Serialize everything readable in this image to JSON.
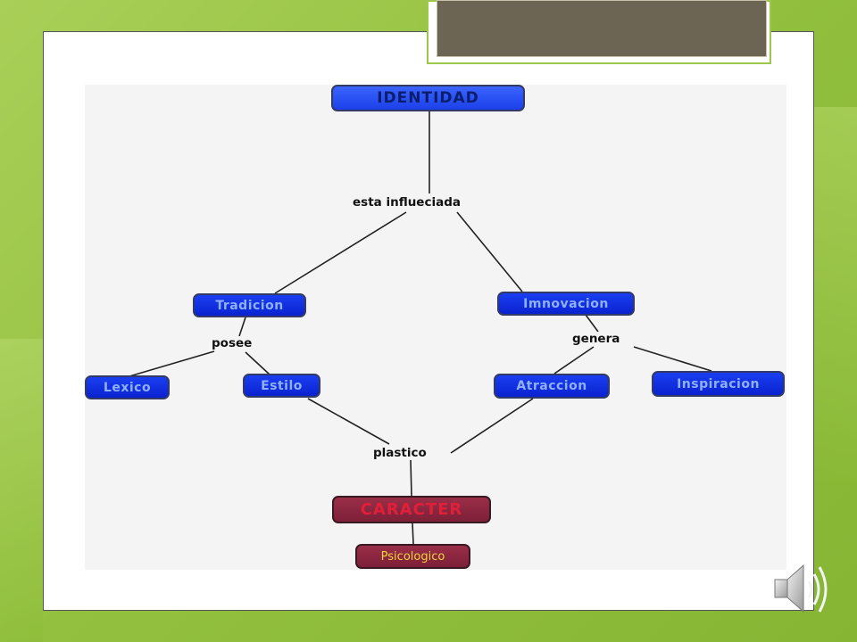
{
  "concept_map": {
    "root": "IDENTIDAD",
    "link_influence": "esta influeciada",
    "left_branch": "Tradicion",
    "right_branch": "Imnovacion",
    "link_posee": "posee",
    "link_genera": "genera",
    "lexico": "Lexico",
    "estilo": "Estilo",
    "atraccion": "Atraccion",
    "inspiracion": "Inspiracion",
    "link_plastico": "plastico",
    "caracter": "CARACTER",
    "psicologico": "Psicologico"
  },
  "colors": {
    "node_blue": "#1433e6",
    "node_maroon": "#8a2540",
    "background_green": "#93c13f",
    "title_box": "#6d6553"
  },
  "icons": {
    "audio": "speaker-icon"
  }
}
